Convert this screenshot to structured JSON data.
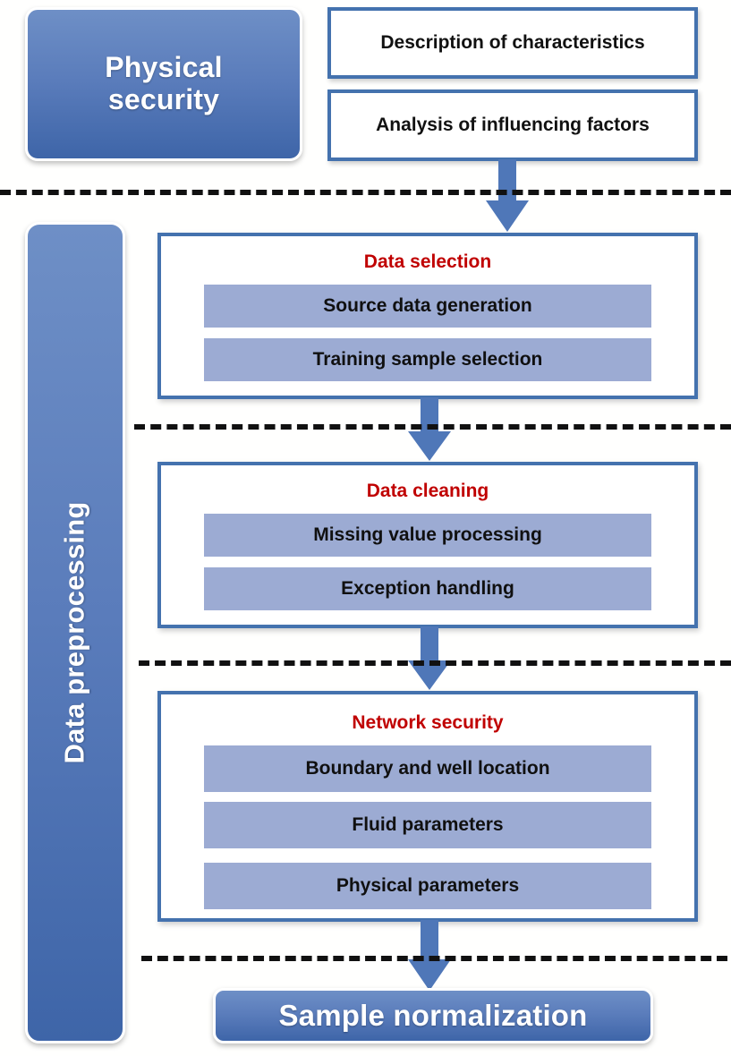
{
  "colors": {
    "blue_fill": "#5A7CBB",
    "blue_border": "#4472AE",
    "subbar_fill": "#9CABD3",
    "title_red": "#C00000",
    "arrow_blue": "#4F77B8",
    "dash_black": "#111111",
    "background": "#FFFFFF"
  },
  "stage_physical": {
    "label": "Physical\nsecurity",
    "line1": "Physical",
    "line2": "security",
    "items": [
      {
        "label": "Description of characteristics"
      },
      {
        "label": "Analysis of influencing factors"
      }
    ]
  },
  "stage_preprocessing": {
    "label": "Data preprocessing"
  },
  "sections": [
    {
      "title": "Data selection",
      "items": [
        {
          "label": "Source data generation"
        },
        {
          "label": "Training sample selection"
        }
      ]
    },
    {
      "title": "Data cleaning",
      "items": [
        {
          "label": "Missing value processing"
        },
        {
          "label": "Exception handling"
        }
      ]
    },
    {
      "title": "Network security",
      "items": [
        {
          "label": "Boundary and well location"
        },
        {
          "label": "Fluid parameters"
        },
        {
          "label": "Physical parameters"
        }
      ]
    }
  ],
  "output": {
    "label": "Sample normalization"
  },
  "arrows": {
    "names": [
      "arrow-1",
      "arrow-2",
      "arrow-3",
      "arrow-4"
    ],
    "direction": "down",
    "count": 4
  },
  "separators": {
    "count": 4,
    "style": "dashed"
  }
}
